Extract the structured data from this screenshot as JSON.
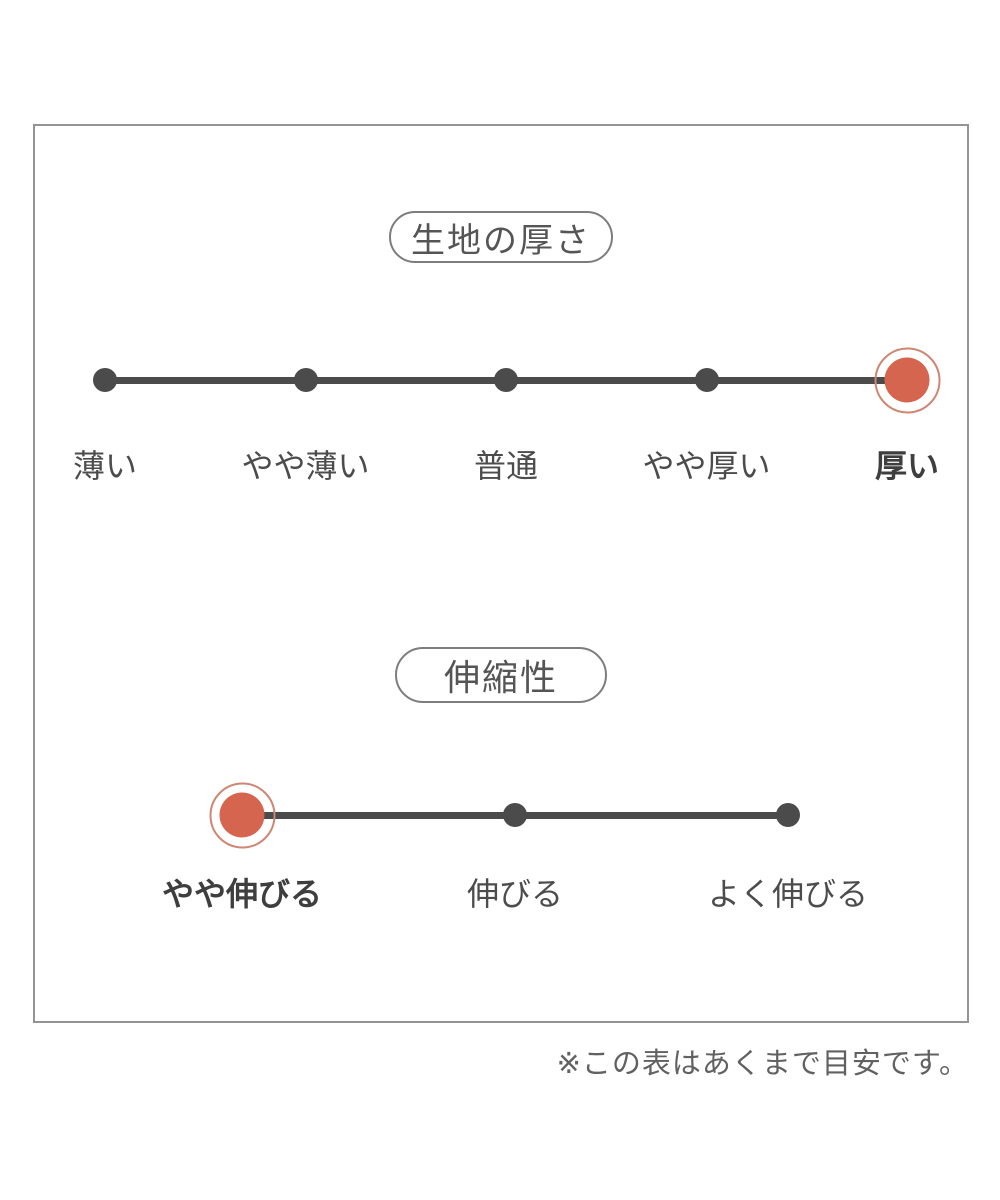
{
  "colors": {
    "accent": "#d5654e",
    "accent_ring": "#cf8672",
    "track": "#4b4b4b",
    "label_text": "#4c4c4c",
    "title_text": "#555555",
    "pill_border": "#7d7d7d",
    "frame_border": "#949494",
    "footer_text": "#616161"
  },
  "sections": [
    {
      "title": "生地の厚さ",
      "labels": [
        "薄い",
        "やや薄い",
        "普通",
        "やや厚い",
        "厚い"
      ],
      "selected_index": 4,
      "selected_label": "厚い"
    },
    {
      "title": "伸縮性",
      "labels": [
        "やや伸びる",
        "伸びる",
        "よく伸びる"
      ],
      "selected_index": 0,
      "selected_label": "やや伸びる"
    }
  ],
  "footer": {
    "note": "※この表はあくまで目安です。"
  },
  "chart_data": [
    {
      "type": "line",
      "subtype": "rating-scale",
      "title": "生地の厚さ",
      "categories": [
        "薄い",
        "やや薄い",
        "普通",
        "やや厚い",
        "厚い"
      ],
      "num_levels": 5,
      "selected": "厚い",
      "selected_index": 4,
      "marker_color": "#d5654e",
      "track_color": "#4b4b4b",
      "legend_position": "none",
      "grid": false
    },
    {
      "type": "line",
      "subtype": "rating-scale",
      "title": "伸縮性",
      "categories": [
        "やや伸びる",
        "伸びる",
        "よく伸びる"
      ],
      "num_levels": 3,
      "selected": "やや伸びる",
      "selected_index": 0,
      "marker_color": "#d5654e",
      "track_color": "#4b4b4b",
      "legend_position": "none",
      "grid": false
    }
  ]
}
